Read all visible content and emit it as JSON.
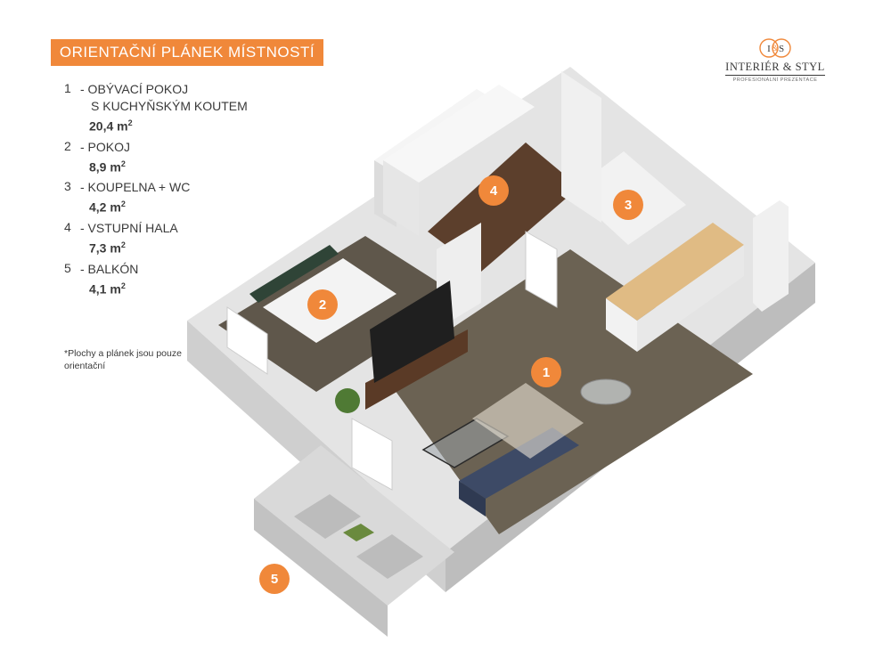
{
  "banner": {
    "title": "ORIENTAČNÍ PLÁNEK MÍSTNOSTÍ"
  },
  "legend": [
    {
      "num": "1",
      "lines": [
        "- OBÝVACÍ POKOJ",
        "S KUCHYŇSKÝM KOUTEM"
      ],
      "area": "20,4 m"
    },
    {
      "num": "2",
      "lines": [
        "- POKOJ"
      ],
      "area": "8,9 m"
    },
    {
      "num": "3",
      "lines": [
        "- KOUPELNA + WC"
      ],
      "area": "4,2 m"
    },
    {
      "num": "4",
      "lines": [
        "- VSTUPNÍ HALA"
      ],
      "area": "7,3 m"
    },
    {
      "num": "5",
      "lines": [
        "- BALKÓN"
      ],
      "area": "4,1 m"
    }
  ],
  "area_unit_exponent": "2",
  "note": "*Plochy  a plánek jsou pouze orientační",
  "logo": {
    "monogram_left": "I",
    "monogram_right": "S",
    "name": "INTERIÉR & STYL",
    "tagline": "PROFESIONÁLNÍ PREZENTACE"
  },
  "markers": [
    "1",
    "2",
    "3",
    "4",
    "5"
  ],
  "colors": {
    "accent": "#f0883a",
    "wall": "#ececec",
    "floor": "#6b6253",
    "sofa": "#3d4a66",
    "text": "#3a3a3a"
  }
}
